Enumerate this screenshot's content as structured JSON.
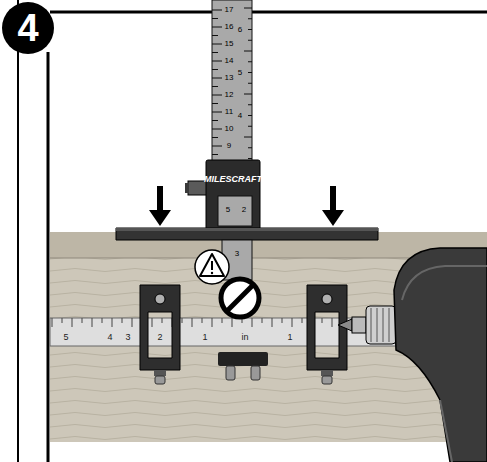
{
  "diagram": {
    "nodes": [
      {
        "text": [
          "4"
        ]
      }
    ],
    "labels": [
      "MILESCRAFT",
      "17",
      "16",
      "15",
      "14",
      "13",
      "12",
      "11",
      "10",
      "9",
      "6",
      "5",
      "4",
      "5",
      "2",
      "3",
      "5",
      "4",
      "3",
      "2",
      "1",
      "in",
      "1"
    ]
  }
}
